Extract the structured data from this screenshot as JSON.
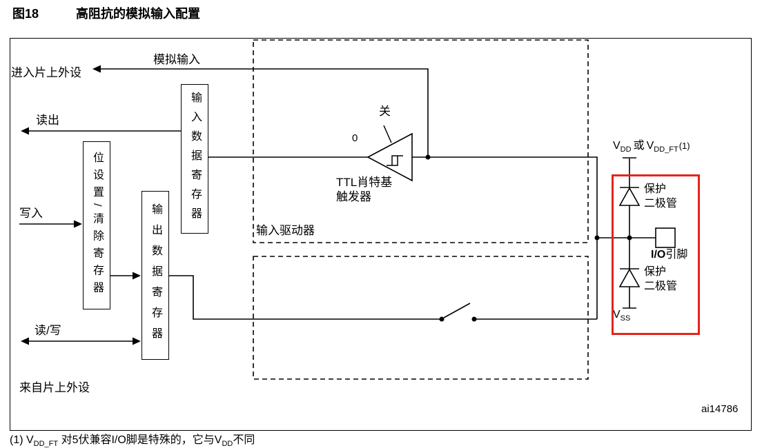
{
  "figure": {
    "label": "图18",
    "title": "高阻抗的模拟输入配置",
    "watermark": "ai14786"
  },
  "colors": {
    "highlight_red": "#e5231b",
    "line_black": "#000000",
    "background": "#ffffff"
  },
  "labels": {
    "to_onchip_peripheral": "进入片上外设",
    "analog_input": "模拟输入",
    "read_out": "读出",
    "write_in": "写入",
    "read_write": "读/写",
    "from_onchip_peripheral": "来自片上外设"
  },
  "registers": {
    "input_data": "输入数据寄存器",
    "bit_set_clear": "位设置/清除寄存器",
    "output_data": "输出数据寄存器"
  },
  "input_driver": {
    "title": "输入驱动器",
    "off": "关",
    "zero": "0",
    "trigger_line1": "TTL肖特基",
    "trigger_line2": "触发器"
  },
  "power": {
    "vdd_v": "V",
    "vdd_sub": "DD",
    "or": "或",
    "vddft_v": "V",
    "vddft_sub": "DD_FT",
    "vddft_ref": "(1)",
    "vss_v": "V",
    "vss_sub": "SS"
  },
  "io": {
    "diode_top_line1": "保护",
    "diode_top_line2": "二极管",
    "diode_bottom_line1": "保护",
    "diode_bottom_line2": "二极管",
    "pin_bold": "I/O",
    "pin_text": "引脚"
  },
  "footnote": {
    "p1": "(1) V",
    "sub1": "DD_FT",
    "p2": " 对5伏兼容I/O脚是特殊的，它与V",
    "sub2": "DD",
    "p3": "不同"
  }
}
